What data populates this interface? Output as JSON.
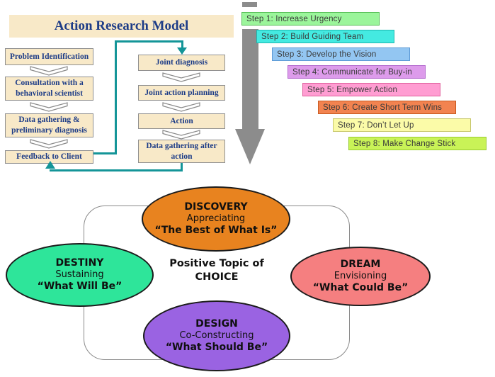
{
  "action_research": {
    "title": "Action Research Model",
    "left_column": [
      "Problem Identification",
      "Consultation with a behavioral scientist",
      "Data gathering & preliminary diagnosis",
      "Feedback to Client"
    ],
    "right_column": [
      "Joint diagnosis",
      "Joint action planning",
      "Action",
      "Data gathering after action"
    ]
  },
  "change_steps": [
    {
      "label": "Step 1: Increase Urgency",
      "bg": "#9BF59B",
      "border": "#56BE56"
    },
    {
      "label": "Step 2: Build Guiding Team",
      "bg": "#44EAE1",
      "border": "#1CB8AF"
    },
    {
      "label": "Step 3: Develop the Vision",
      "bg": "#93C6F2",
      "border": "#5C9AD6"
    },
    {
      "label": "Step 4: Communicate for Buy-in",
      "bg": "#DD9BEB",
      "border": "#B369CE"
    },
    {
      "label": "Step 5: Empower Action",
      "bg": "#FF9DD2",
      "border": "#E0629E"
    },
    {
      "label": "Step 6: Create Short Term Wins",
      "bg": "#F28350",
      "border": "#C85A20"
    },
    {
      "label": "Step 7: Don’t Let Up",
      "bg": "#FBFBA8",
      "border": "#C8C86E"
    },
    {
      "label": "Step 8: Make Change Stick",
      "bg": "#C9F357",
      "border": "#99CC33"
    }
  ],
  "appreciative_inquiry": {
    "center_line1": "Positive Topic of",
    "center_line2": "CHOICE",
    "ovals": [
      {
        "title": "DISCOVERY",
        "subtitle": "Appreciating",
        "quote": "“The Best of What Is”",
        "color": "#E8831F"
      },
      {
        "title": "DESTINY",
        "subtitle": "Sustaining",
        "quote": "“What Will Be”",
        "color": "#2EE59A"
      },
      {
        "title": "DREAM",
        "subtitle": "Envisioning",
        "quote": "“What Could Be”",
        "color": "#F57F80"
      },
      {
        "title": "DESIGN",
        "subtitle": "Co-Constructing",
        "quote": "“What Should Be”",
        "color": "#9A63E2"
      }
    ]
  },
  "colors": {
    "panel_bg": "#F8E9C8",
    "panel_text": "#1D3C87",
    "connector_teal": "#149598",
    "big_arrow_gray": "#8C8C8C"
  }
}
